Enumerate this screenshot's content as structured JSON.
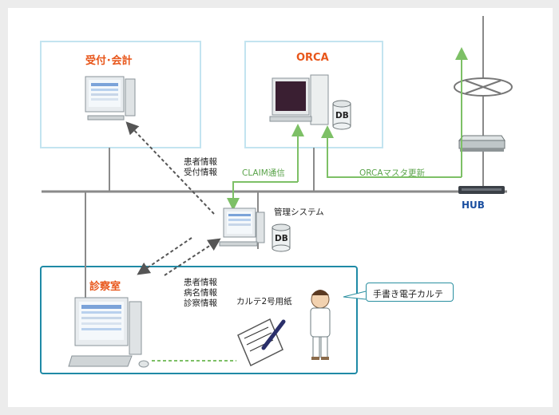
{
  "boxes": {
    "reception": {
      "title": "受付･会計"
    },
    "orca": {
      "title": "ORCA"
    },
    "exam_room": {
      "title": "診察室"
    }
  },
  "labels": {
    "db_orca": "DB",
    "db_mgmt": "DB",
    "patient_info_reception": [
      "患者情報",
      "受付情報"
    ],
    "claim": "CLAIM通信",
    "orca_master": "ORCAマスタ更新",
    "mgmt_system": "管理システム",
    "hub": "HUB",
    "exam_info": [
      "患者情報",
      "病名情報",
      "診察情報"
    ],
    "karte_form": "カルテ2号用紙",
    "callout": "手書き電子カルテ"
  },
  "colors": {
    "box_border_light": "#bfe3ef",
    "box_border_dark": "#1f8aa6",
    "title": "#e8561a",
    "green": "#7dc066",
    "network": "#7a7a7a",
    "hub": "#1b4fa0"
  }
}
